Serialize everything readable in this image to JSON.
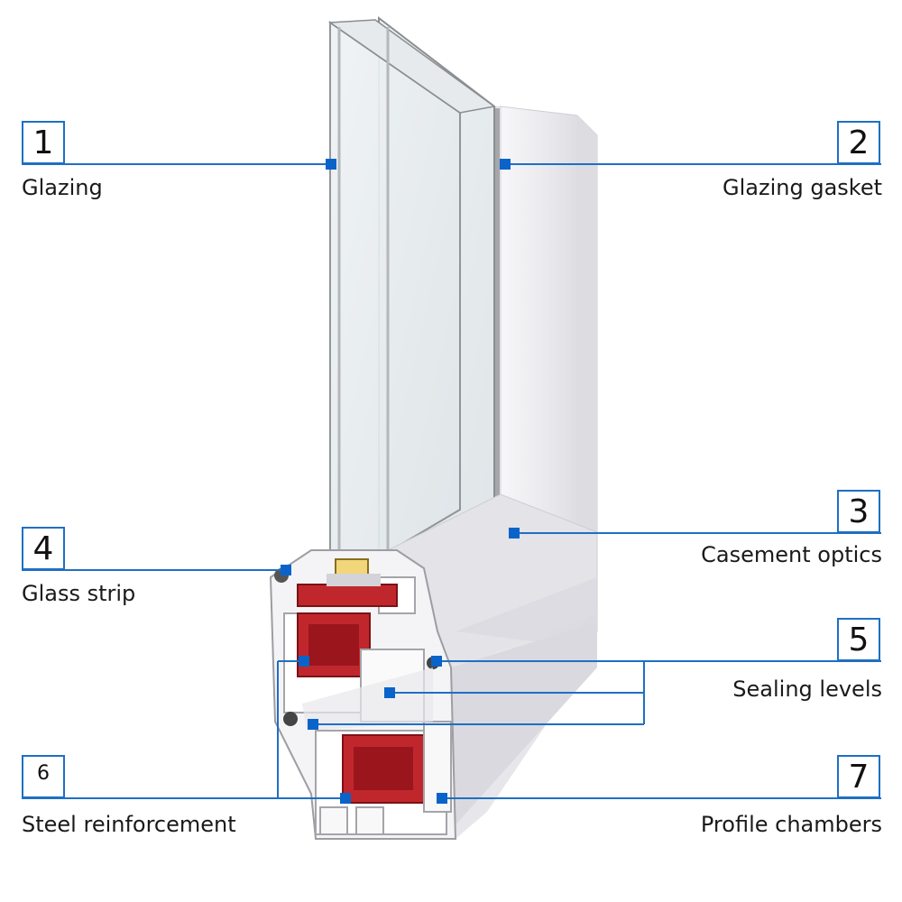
{
  "colors": {
    "accent": "#1f6fc4",
    "marker": "#0a63c9",
    "steel": "#c0272d",
    "profile": "#ececef",
    "glass": "#d8dde0"
  },
  "callouts": [
    {
      "number": "1",
      "label": "Glazing"
    },
    {
      "number": "2",
      "label": "Glazing gasket"
    },
    {
      "number": "3",
      "label": "Casement optics"
    },
    {
      "number": "4",
      "label": "Glass strip"
    },
    {
      "number": "5",
      "label": "Sealing levels"
    },
    {
      "number": "6",
      "label": "Steel reinforcement"
    },
    {
      "number": "7",
      "label": "Profile chambers"
    }
  ]
}
